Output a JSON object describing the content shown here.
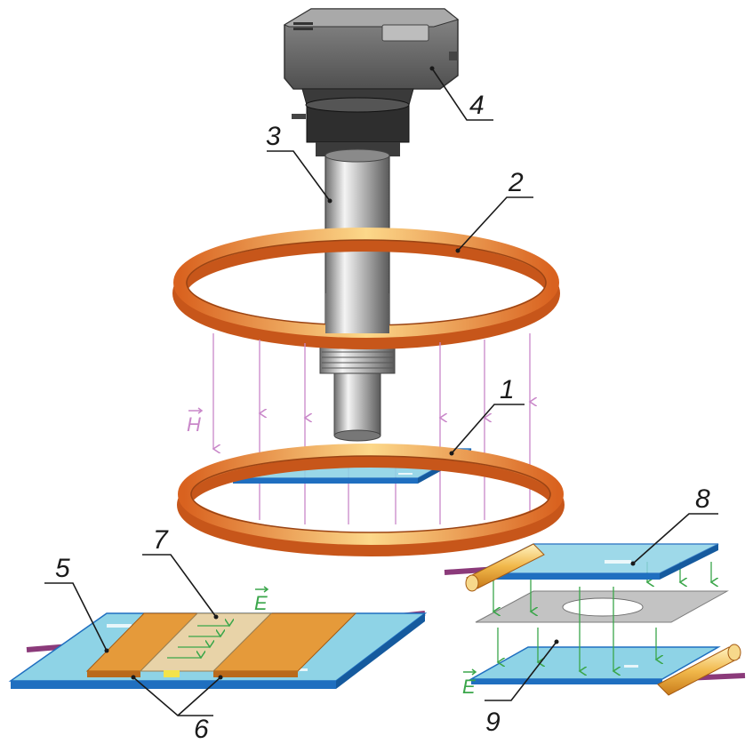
{
  "labels": {
    "l1": "1",
    "l2": "2",
    "l3": "3",
    "l4": "4",
    "l5": "5",
    "l6": "6",
    "l7": "7",
    "l8": "8",
    "l9": "9"
  },
  "vectors": {
    "magnetic": "H",
    "electric_left": "E",
    "electric_right": "E"
  },
  "colors": {
    "ring": "#e8772a",
    "ring_highlight": "#fbd98a",
    "tube": "#9a9a9a",
    "camera": "#6f6f6f",
    "glass": "#8ed3e6",
    "glass_edge": "#1f6fc0",
    "field_magnetic": "#c987c9",
    "field_electric": "#3aa64a",
    "electrode": "#e59a3a",
    "wire": "#8b3a7a"
  }
}
